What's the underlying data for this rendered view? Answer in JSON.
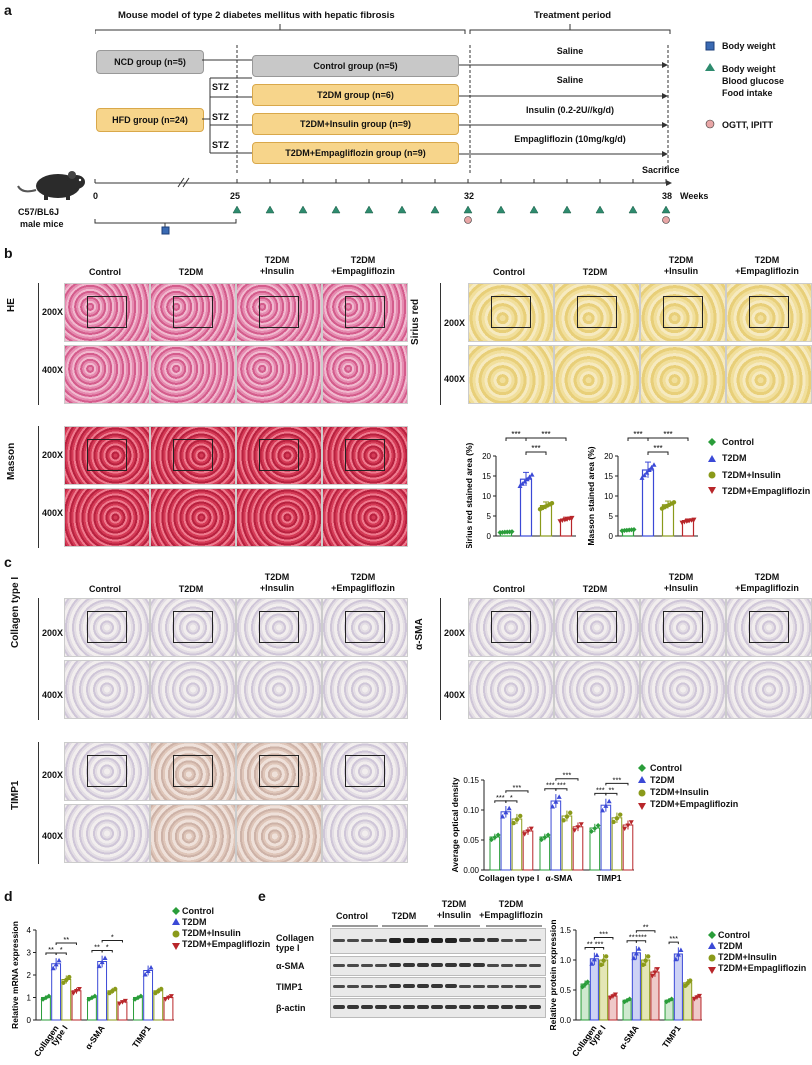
{
  "panel_labels": {
    "a": "a",
    "b": "b",
    "c": "c",
    "d": "d",
    "e": "e"
  },
  "design": {
    "header_left": "Mouse model of type 2 diabetes mellitus with hepatic fibrosis",
    "header_right": "Treatment period",
    "ncd": "NCD group (n=5)",
    "hfd": "HFD group (n=24)",
    "stz": "STZ",
    "control": "Control group (n=5)",
    "t2dm": "T2DM group (n=6)",
    "t2dm_ins": "T2DM+Insulin group (n=9)",
    "t2dm_emp": "T2DM+Empagliflozin group (n=9)",
    "treat1": "Saline",
    "treat2": "Saline",
    "treat3": "Insulin (0.2-2U//kg/d)",
    "treat4": "Empagliflozin (10mg/kg/d)",
    "sacrifice": "Sacrifice",
    "weeks": "Weeks",
    "t0": "0",
    "t25": "25",
    "t32": "32",
    "t38": "38",
    "mouse1": "C57/BL6J",
    "mouse2": "male mice",
    "legend_bw": "Body weight",
    "legend_tri1": "Body weight",
    "legend_tri2": "Blood glucose",
    "legend_tri3": "Food intake",
    "legend_circle": "OGTT, IPITT",
    "legend_colors": {
      "square": "#3a6ab3",
      "triangle": "#2e8b6e",
      "circle": "#e8a6a6"
    }
  },
  "groups": [
    "Control",
    "T2DM",
    "T2DM\n+Insulin",
    "T2DM\n+Empagliflozin"
  ],
  "mag": {
    "low": "200X",
    "high": "400X"
  },
  "stains": {
    "he": "HE",
    "masson": "Masson",
    "sirius": "Sirius red",
    "col1": "Collagen type I",
    "asma": "α-SMA",
    "timp1": "TIMP1"
  },
  "legend4": {
    "items": [
      "Control",
      "T2DM",
      "T2DM+Insulin",
      "T2DM+Empagliflozin"
    ],
    "colors": [
      "#2a9d3a",
      "#3b49d6",
      "#8a9a1a",
      "#b8262a"
    ]
  },
  "chart_data": [
    {
      "type": "bar",
      "ylabel": "Sirius red stained area (%)",
      "categories": [
        "Control",
        "T2DM",
        "T2DM+Insulin",
        "T2DM+Empagliflozin"
      ],
      "values": [
        1.0,
        14.2,
        7.6,
        4.2
      ],
      "ylim": [
        0,
        20
      ],
      "yticks": [
        "0",
        "5",
        "10",
        "15",
        "20"
      ],
      "sig": [
        "***",
        "***",
        "***"
      ]
    },
    {
      "type": "bar",
      "ylabel": "Masson stained area (%)",
      "categories": [
        "Control",
        "T2DM",
        "T2DM+Insulin",
        "T2DM+Empagliflozin"
      ],
      "values": [
        1.5,
        16.5,
        7.8,
        3.8
      ],
      "ylim": [
        0,
        20
      ],
      "yticks": [
        "0",
        "5",
        "10",
        "15",
        "20"
      ],
      "sig": [
        "***",
        "***",
        "***"
      ]
    },
    {
      "type": "bar",
      "ylabel": "Average optical density",
      "categories": [
        "Collagen type I",
        "α-SMA",
        "TIMP1"
      ],
      "series": [
        {
          "name": "Control",
          "values": [
            0.055,
            0.055,
            0.07
          ]
        },
        {
          "name": "T2DM",
          "values": [
            0.097,
            0.115,
            0.108
          ]
        },
        {
          "name": "T2DM+Insulin",
          "values": [
            0.085,
            0.09,
            0.087
          ]
        },
        {
          "name": "T2DM+Empagliflozin",
          "values": [
            0.065,
            0.072,
            0.075
          ]
        }
      ],
      "ylim": [
        0,
        0.15
      ],
      "yticks": [
        "0.00",
        "0.05",
        "0.10",
        "0.15"
      ],
      "sig": [
        "***",
        "*",
        "***",
        "***",
        "***",
        "***",
        "***",
        "**",
        "***"
      ]
    },
    {
      "type": "bar",
      "ylabel": "Relative mRNA expression",
      "categories": [
        "Collagen type I",
        "α-SMA",
        "TIMP1"
      ],
      "xticklabels": [
        "Collagen\ntype I",
        "α-SMA",
        "TIMP1"
      ],
      "series": [
        {
          "name": "Control",
          "values": [
            1.0,
            1.0,
            1.0
          ]
        },
        {
          "name": "T2DM",
          "values": [
            2.5,
            2.6,
            2.2
          ]
        },
        {
          "name": "T2DM+Insulin",
          "values": [
            1.8,
            1.3,
            1.3
          ]
        },
        {
          "name": "T2DM+Empagliflozin",
          "values": [
            1.3,
            0.8,
            1.0
          ]
        }
      ],
      "ylim": [
        0,
        4
      ],
      "yticks": [
        "0",
        "1",
        "2",
        "3",
        "4"
      ],
      "sig": [
        "**",
        "*",
        "**",
        "**",
        "*",
        "*"
      ]
    },
    {
      "type": "bar",
      "ylabel": "Relative protein expression",
      "categories": [
        "Collagen type I",
        "α-SMA",
        "TIMP1"
      ],
      "xticklabels": [
        "Collagen\ntype I",
        "α-SMA",
        "TIMP1"
      ],
      "series": [
        {
          "name": "Control",
          "values": [
            0.6,
            0.33,
            0.33
          ]
        },
        {
          "name": "T2DM",
          "values": [
            1.02,
            1.12,
            1.1
          ]
        },
        {
          "name": "T2DM+Insulin",
          "values": [
            1.0,
            1.0,
            0.62
          ]
        },
        {
          "name": "T2DM+Empagliflozin",
          "values": [
            0.4,
            0.8,
            0.38
          ]
        }
      ],
      "ylim": [
        0,
        1.5
      ],
      "yticks": [
        "0.0",
        "0.5",
        "1.0",
        "1.5"
      ],
      "sig": [
        "**",
        "***",
        "***",
        "**",
        "****",
        "**",
        "***"
      ]
    }
  ],
  "western": {
    "groups": [
      "Control",
      "T2DM",
      "T2DM\n+Insulin",
      "T2DM\n+Empagliflozin"
    ],
    "rows": [
      "Collagen\ntype I",
      "α-SMA",
      "TIMP1",
      "β-actin"
    ]
  }
}
